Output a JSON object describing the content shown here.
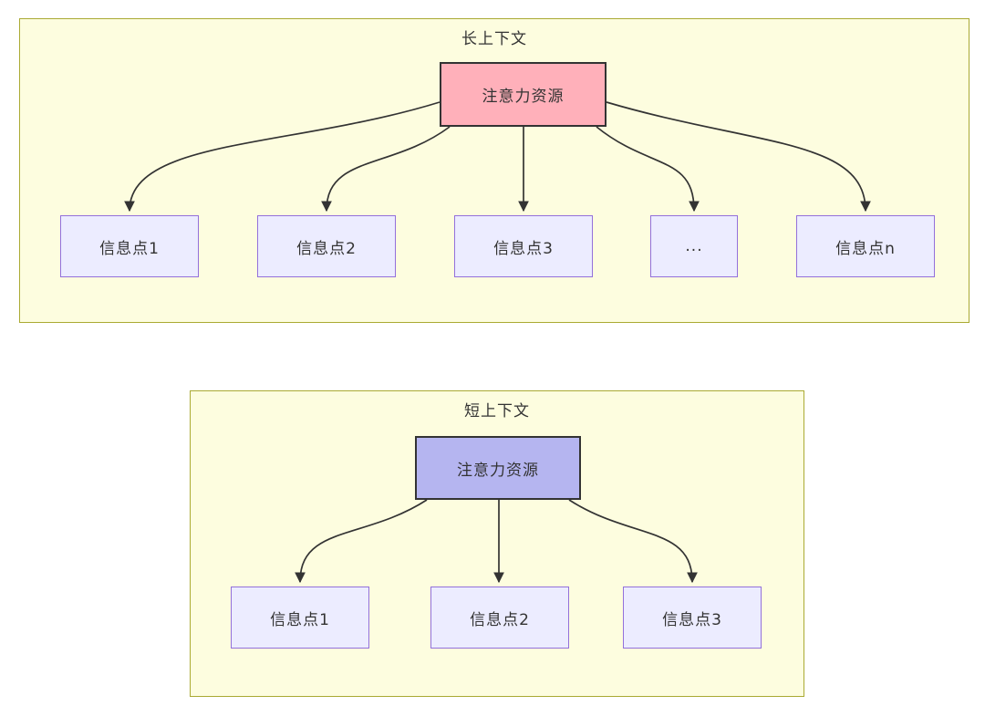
{
  "diagram_type": "flowchart",
  "colors": {
    "page_background": "#ffffff",
    "cluster_fill": "#fdfddf",
    "cluster_border": "#aaaa33",
    "info_node_fill": "#ececff",
    "info_node_border": "#9370db",
    "long_root_fill": "#ffb0ba",
    "short_root_fill": "#b5b5f0",
    "root_node_border": "#333333",
    "edge_color": "#333333",
    "text_color": "#333333"
  },
  "long_context": {
    "title": "长上下文",
    "root_label": "注意力资源",
    "children": [
      {
        "label": "信息点1"
      },
      {
        "label": "信息点2"
      },
      {
        "label": "信息点3"
      },
      {
        "label": "..."
      },
      {
        "label": "信息点n"
      }
    ]
  },
  "short_context": {
    "title": "短上下文",
    "root_label": "注意力资源",
    "children": [
      {
        "label": "信息点1"
      },
      {
        "label": "信息点2"
      },
      {
        "label": "信息点3"
      }
    ]
  }
}
